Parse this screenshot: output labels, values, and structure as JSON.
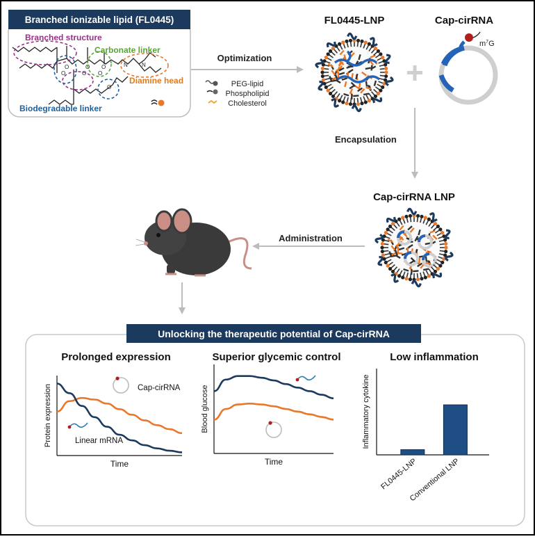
{
  "lipid_panel": {
    "title": "Branched ionizable lipid (FL0445)",
    "branched_label": "Branched structure",
    "carbonate_label": "Carbonate linker",
    "diamine_label": "Diamine head",
    "biodegradable_label": "Biodegradable linker"
  },
  "optimization": {
    "label": "Optimization",
    "components": [
      "PEG-lipid",
      "Phospholipid",
      "Cholesterol"
    ]
  },
  "lnp": {
    "title": "FL0445-LNP"
  },
  "rna": {
    "title": "Cap-cirRNA",
    "cap_label_base": "m",
    "cap_label_sup": "7",
    "cap_label_end": "G"
  },
  "encapsulation_label": "Encapsulation",
  "cap_lnp_title": "Cap-cirRNA LNP",
  "administration_label": "Administration",
  "banner": "Unlocking the therapeutic potential of Cap-cirRNA",
  "colors": {
    "navy": "#1b3a5e",
    "orange": "#e8792b",
    "purple": "#9b2f8a",
    "green": "#5aa339",
    "orange_label": "#e07a1f",
    "blue_label": "#1f5f9c",
    "gray_arrow": "#bcbcbc"
  },
  "chart_data": [
    {
      "type": "line",
      "title": "Prolonged expression",
      "xlabel": "Time",
      "ylabel": "Protein expression",
      "series": [
        {
          "name": "Cap-cirRNA",
          "x": [
            0,
            1,
            2,
            3,
            4,
            5,
            6,
            7,
            8,
            9,
            10
          ],
          "values": [
            0.55,
            0.68,
            0.72,
            0.7,
            0.65,
            0.58,
            0.51,
            0.44,
            0.38,
            0.33,
            0.28
          ]
        },
        {
          "name": "Linear mRNA",
          "x": [
            0,
            1,
            2,
            3,
            4,
            5,
            6,
            7,
            8,
            9,
            10
          ],
          "values": [
            0.9,
            0.78,
            0.62,
            0.48,
            0.36,
            0.26,
            0.19,
            0.13,
            0.09,
            0.06,
            0.04
          ]
        }
      ]
    },
    {
      "type": "line",
      "title": "Superior glycemic control",
      "xlabel": "Time",
      "ylabel": "Blood glucose",
      "series": [
        {
          "x": [
            0,
            1,
            2,
            3,
            4,
            5,
            6,
            7,
            8,
            9,
            10
          ],
          "values": [
            0.7,
            0.83,
            0.87,
            0.87,
            0.85,
            0.82,
            0.78,
            0.74,
            0.7,
            0.66,
            0.62
          ]
        },
        {
          "x": [
            0,
            1,
            2,
            3,
            4,
            5,
            6,
            7,
            8,
            9,
            10
          ],
          "values": [
            0.38,
            0.5,
            0.55,
            0.56,
            0.55,
            0.53,
            0.5,
            0.47,
            0.44,
            0.41,
            0.38
          ]
        }
      ]
    },
    {
      "type": "bar",
      "title": "Low inflammation",
      "ylabel": "Inflammatory cytokine",
      "categories": [
        "FL0445-LNP",
        "Conventional LNP"
      ],
      "values": [
        0.06,
        0.58
      ],
      "ylim": [
        0,
        1
      ]
    }
  ]
}
